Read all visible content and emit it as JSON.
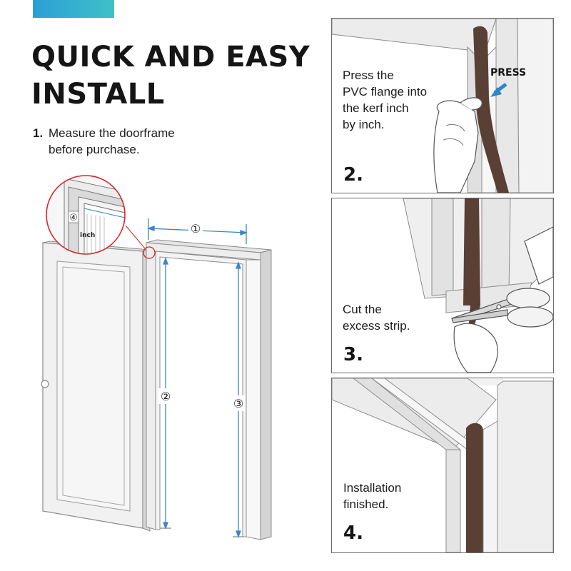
{
  "header": {
    "title_line1": "QUICK AND EASY",
    "title_line2": "INSTALL"
  },
  "step1": {
    "number": "1.",
    "line1": "Measure the doorframe",
    "line2": "before purchase."
  },
  "diagram": {
    "marker1": "①",
    "marker2": "②",
    "marker3": "③",
    "marker4": "④",
    "zoom_unit": "inch"
  },
  "panels": [
    {
      "number": "2.",
      "lines": [
        "Press the",
        "PVC flange into",
        "the kerf inch",
        "by inch."
      ],
      "callout": "PRESS"
    },
    {
      "number": "3.",
      "lines": [
        "Cut the",
        "excess strip."
      ]
    },
    {
      "number": "4.",
      "lines": [
        "Installation",
        "finished."
      ]
    }
  ],
  "colors": {
    "accent_start": "#2b9fd6",
    "accent_end": "#3fc0c6",
    "measure_line": "#3a86c8",
    "seal_strip": "#5a4034",
    "zoom_circle": "#d8262b"
  }
}
